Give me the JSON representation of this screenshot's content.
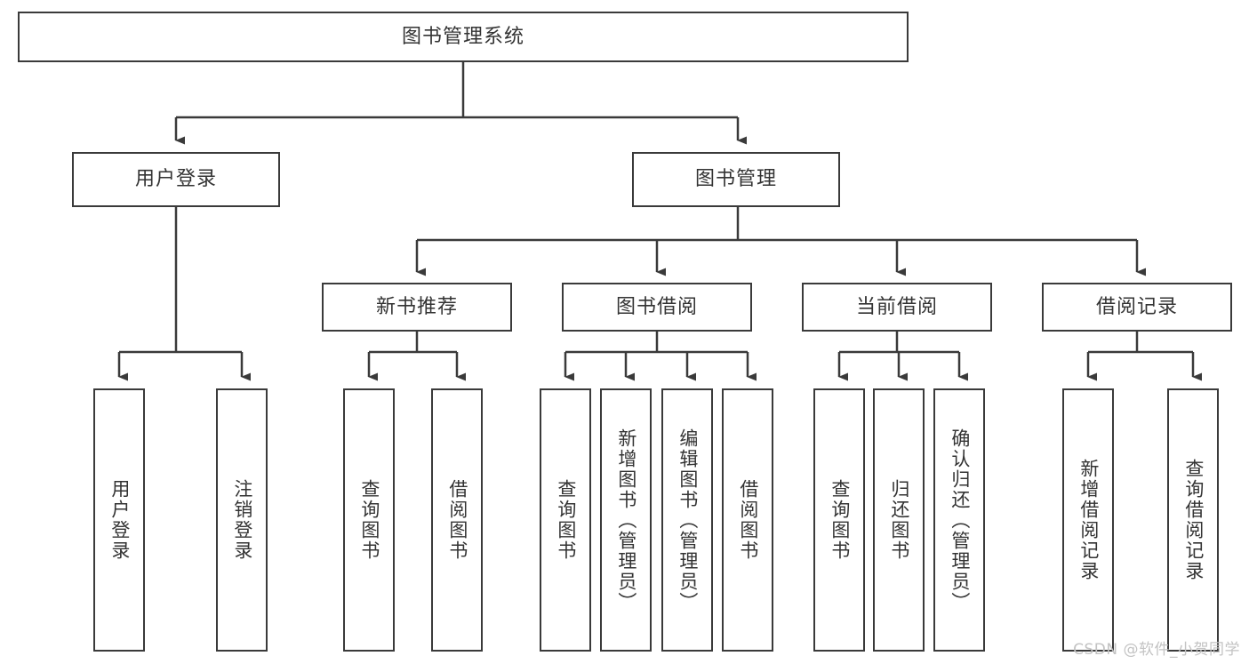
{
  "diagram": {
    "type": "tree",
    "title": "图书管理系统",
    "root": {
      "label": "图书管理系统"
    },
    "level2": [
      {
        "label": "用户登录"
      },
      {
        "label": "图书管理"
      }
    ],
    "level3": [
      {
        "label": "新书推荐"
      },
      {
        "label": "图书借阅"
      },
      {
        "label": "当前借阅"
      },
      {
        "label": "借阅记录"
      }
    ],
    "leaves": {
      "user_login": [
        {
          "label": "用户登录"
        },
        {
          "label": "注销登录"
        }
      ],
      "new_book_recommend": [
        {
          "label": "查询图书"
        },
        {
          "label": "借阅图书"
        }
      ],
      "book_borrow": [
        {
          "label": "查询图书"
        },
        {
          "label": "新增图书（管理员）"
        },
        {
          "label": "编辑图书（管理员）"
        },
        {
          "label": "借阅图书"
        }
      ],
      "current_borrow": [
        {
          "label": "查询图书"
        },
        {
          "label": "归还图书"
        },
        {
          "label": "确认归还（管理员）"
        }
      ],
      "borrow_records": [
        {
          "label": "新增借阅记录"
        },
        {
          "label": "查询借阅记录"
        }
      ]
    }
  },
  "watermark": {
    "text": "CSDN @软件_小贺同学"
  },
  "colors": {
    "border": "#3a3a3a",
    "text": "#333333",
    "background": "#ffffff",
    "watermark": "#c3c3c3"
  }
}
